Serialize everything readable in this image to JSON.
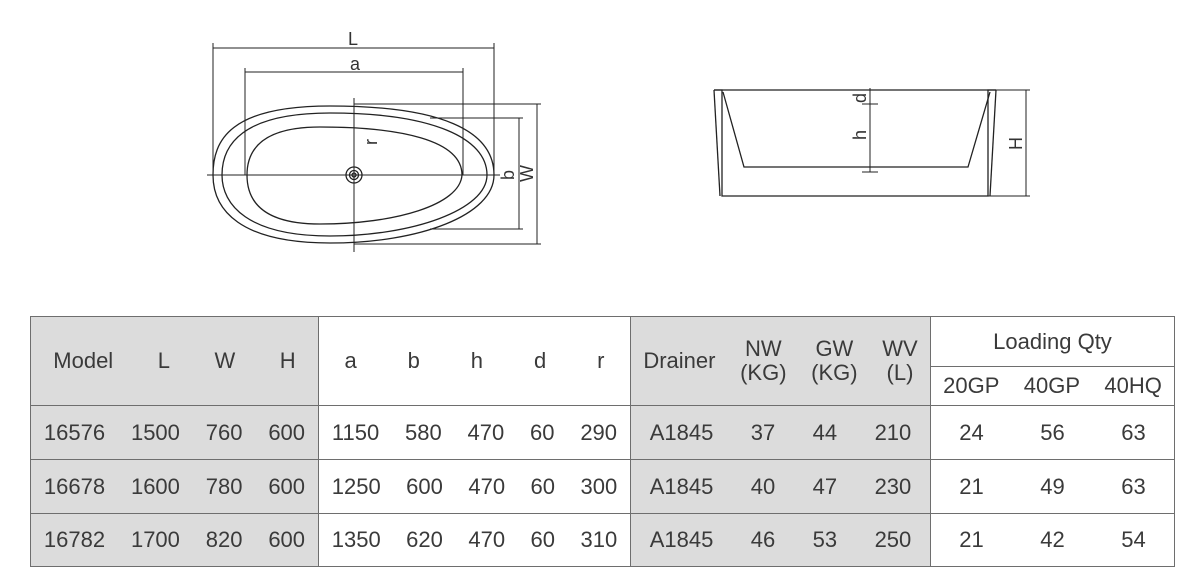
{
  "top_view": {
    "labels": {
      "L": "L",
      "a": "a",
      "r": "r",
      "b": "b",
      "W": "W"
    }
  },
  "side_view": {
    "labels": {
      "d": "d",
      "h": "h",
      "H": "H"
    }
  },
  "table": {
    "header": {
      "dims": [
        "Model",
        "L",
        "W",
        "H"
      ],
      "inner": [
        "a",
        "b",
        "h",
        "d",
        "r"
      ],
      "drainer": "Drainer",
      "nw": [
        "NW",
        "(KG)"
      ],
      "gw": [
        "GW",
        "(KG)"
      ],
      "wv": [
        "WV",
        "(L)"
      ],
      "loading_title": "Loading Qty",
      "loading": [
        "20GP",
        "40GP",
        "40HQ"
      ]
    },
    "rows": [
      {
        "dims": [
          "16576",
          "1500",
          "760",
          "600"
        ],
        "inner": [
          "1150",
          "580",
          "470",
          "60",
          "290"
        ],
        "drainer": "A1845",
        "nw": "37",
        "gw": "44",
        "wv": "210",
        "loading": [
          "24",
          "56",
          "63"
        ]
      },
      {
        "dims": [
          "16678",
          "1600",
          "780",
          "600"
        ],
        "inner": [
          "1250",
          "600",
          "470",
          "60",
          "300"
        ],
        "drainer": "A1845",
        "nw": "40",
        "gw": "47",
        "wv": "230",
        "loading": [
          "21",
          "49",
          "63"
        ]
      },
      {
        "dims": [
          "16782",
          "1700",
          "820",
          "600"
        ],
        "inner": [
          "1350",
          "620",
          "470",
          "60",
          "310"
        ],
        "drainer": "A1845",
        "nw": "46",
        "gw": "53",
        "wv": "250",
        "loading": [
          "21",
          "42",
          "54"
        ]
      }
    ]
  }
}
